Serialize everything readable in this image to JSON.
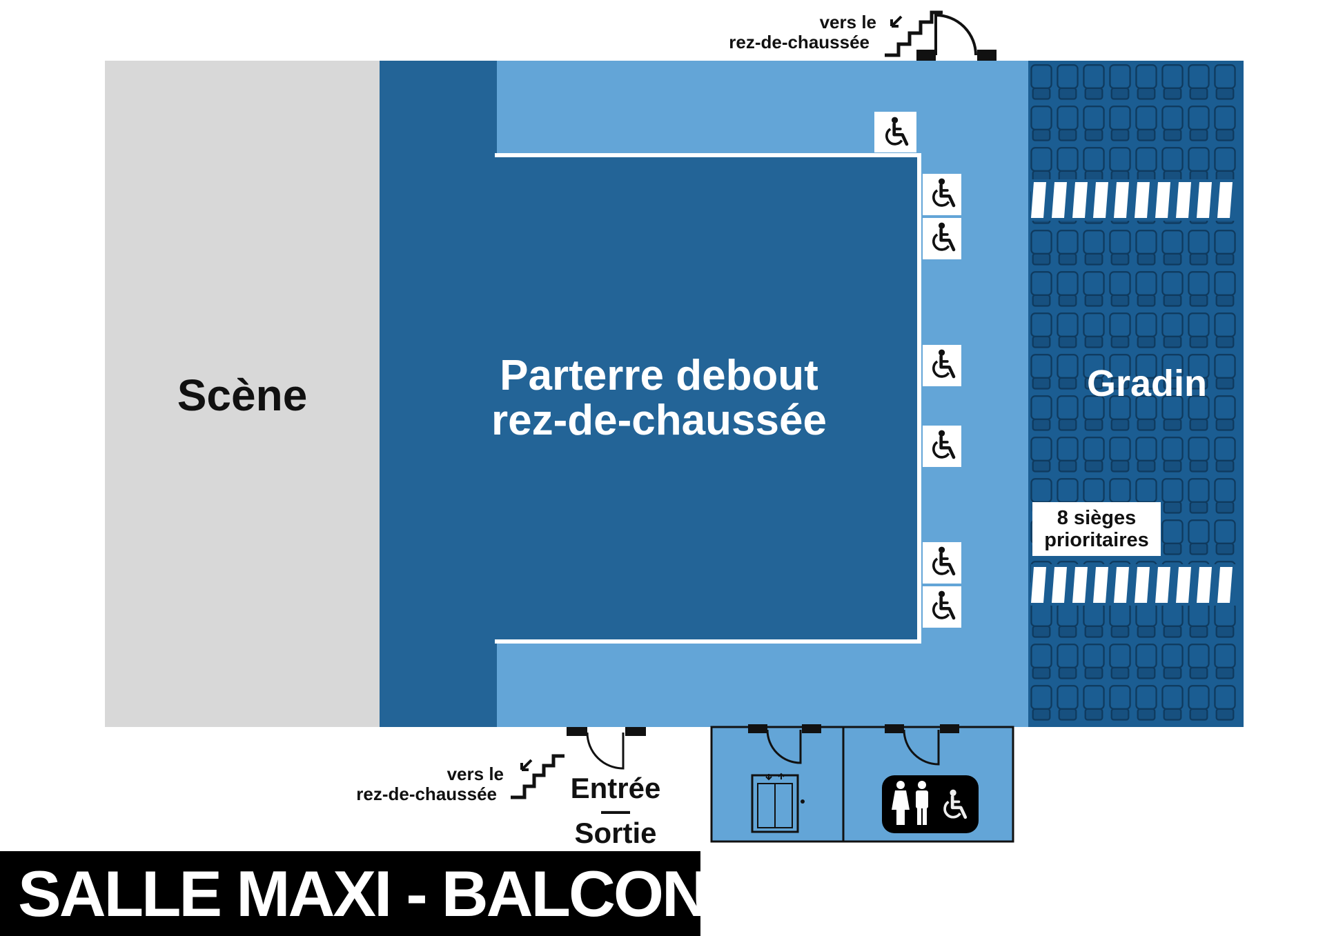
{
  "plan": {
    "stage_label": "Scène",
    "pit_label_line1": "Parterre debout",
    "pit_label_line2": "rez-de-chaussée",
    "gradin_label": "Gradin",
    "priority_seats_line1": "8 sièges",
    "priority_seats_line2": "prioritaires",
    "stairs_top_line1": "vers le",
    "stairs_top_line2": "rez-de-chaussée",
    "stairs_bottom_line1": "vers le",
    "stairs_bottom_line2": "rez-de-chaussée",
    "entrance_label": "Entrée",
    "entrance_separator": "—",
    "exit_label": "Sortie"
  },
  "title": "SALLE MAXI - BALCON",
  "icons": {
    "wheelchair": "wheelchair-icon",
    "elevator": "elevator-icon",
    "restroom": "accessible-restroom-icon",
    "stairs": "stairs-icon",
    "door": "door-icon",
    "seat": "seat-icon"
  },
  "colors": {
    "stage": "#d8d8d8",
    "pit_dark": "#236497",
    "walkway_light": "#63a5d7",
    "seats": "#1b5d92",
    "priority_stripe": "#ffffff",
    "title_bg": "#000000",
    "title_text": "#ffffff"
  }
}
